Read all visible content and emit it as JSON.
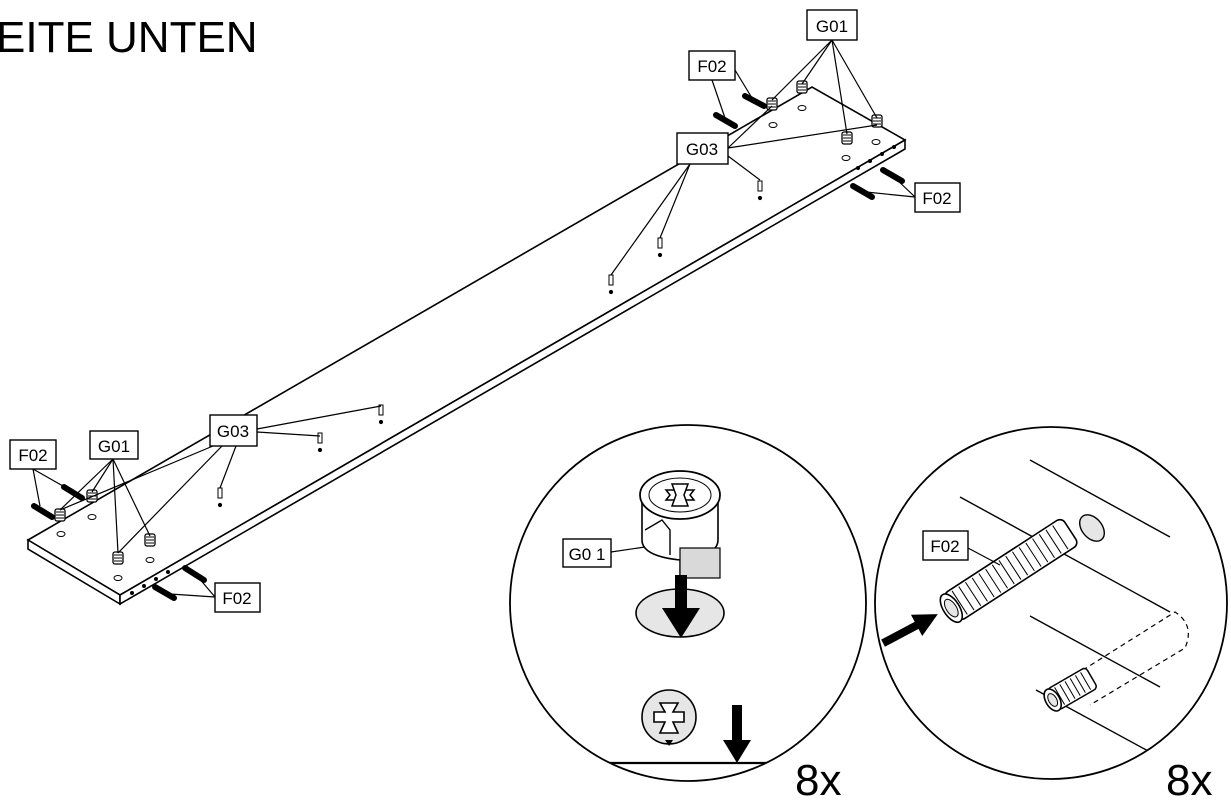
{
  "heading": "EITE UNTEN",
  "parts": {
    "cam_lock": "G01",
    "dowel": "F02",
    "pin": "G03"
  },
  "details": {
    "cam_lock_label": "G0 1",
    "dowel_label": "F02",
    "cam_lock_quantity": "8x",
    "dowel_quantity": "8x"
  },
  "colors": {
    "ink": "#000000",
    "paper": "#ffffff",
    "shade": "#e6e6e6"
  },
  "icons": [
    "cam-lock-icon",
    "dowel-icon",
    "pin-icon",
    "arrow-down-icon",
    "arrow-right-icon"
  ]
}
